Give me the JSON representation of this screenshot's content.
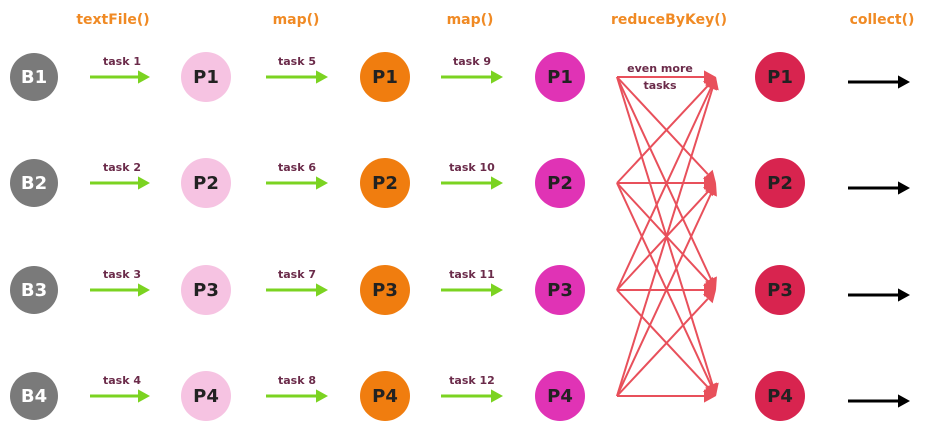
{
  "stages": [
    {
      "label": "textFile()"
    },
    {
      "label": "map()"
    },
    {
      "label": "map()"
    },
    {
      "label": "reduceByKey()"
    },
    {
      "label": "collect()"
    }
  ],
  "columns": [
    {
      "type": "block",
      "color": "#7a7a7a",
      "nodes": [
        "B1",
        "B2",
        "B3",
        "B4"
      ]
    },
    {
      "type": "partition",
      "color": "#f6c3e2",
      "nodes": [
        "P1",
        "P2",
        "P3",
        "P4"
      ]
    },
    {
      "type": "partition",
      "color": "#f07d0f",
      "nodes": [
        "P1",
        "P2",
        "P3",
        "P4"
      ]
    },
    {
      "type": "partition",
      "color": "#e033b5",
      "nodes": [
        "P1",
        "P2",
        "P3",
        "P4"
      ]
    },
    {
      "type": "partition",
      "color": "#d8244f",
      "nodes": [
        "P1",
        "P2",
        "P3",
        "P4"
      ]
    }
  ],
  "tasks": [
    [
      "task 1",
      "task 2",
      "task 3",
      "task 4"
    ],
    [
      "task 5",
      "task 6",
      "task 7",
      "task 8"
    ],
    [
      "task 9",
      "task 10",
      "task 11",
      "task 12"
    ]
  ],
  "shuffle_label": [
    "even more",
    "tasks"
  ],
  "colors": {
    "stage_header": "#f08a24",
    "task_arrow": "#7bd321",
    "shuffle_arrow": "#e8505b",
    "collect_arrow": "#000000",
    "task_text": "#6b2b4a"
  }
}
